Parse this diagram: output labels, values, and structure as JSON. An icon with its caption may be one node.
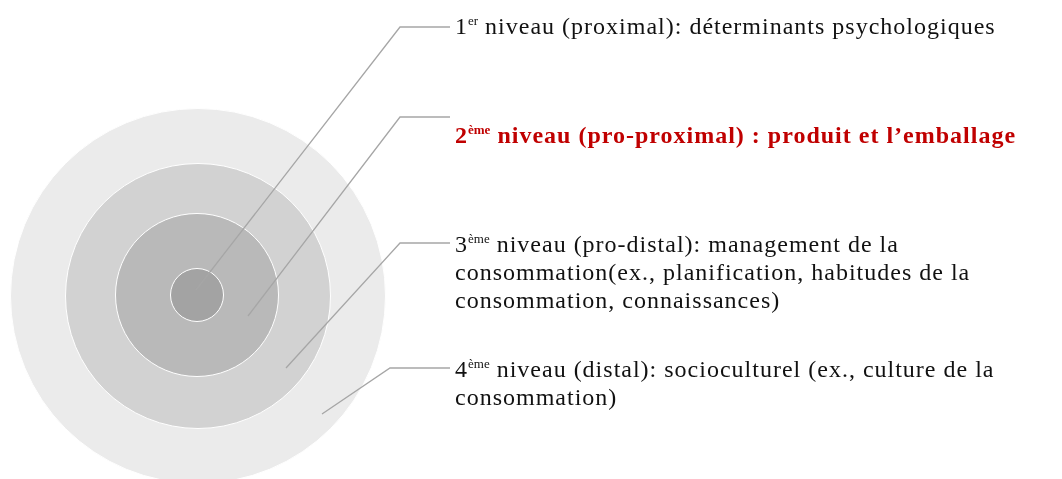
{
  "diagram": {
    "nodes": [
      {
        "text": [],
        "shape": "circle"
      },
      {
        "text": [],
        "shape": "circle",
        "in": 0
      },
      {
        "text": [],
        "shape": "circle",
        "in": 1
      },
      {
        "text": [],
        "shape": "circle",
        "in": 2
      },
      {
        "text": [
          "1$^{er}$ niveau (proximal): déterminants psychologiques"
        ]
      },
      {
        "text": [
          "2$^{ème}$ niveau (pro-proximal) : produit et l’emballage"
        ]
      },
      {
        "text": [
          "3$^{ème}$ niveau (pro-distal): management de la consommation(ex., planification, habitudes de la consommation, connaissances)"
        ]
      },
      {
        "text": [
          "4$^{ème}$ niveau (distal): socioculturel (ex., culture de la consommation)"
        ]
      }
    ],
    "edges": [
      {
        "from": 4,
        "to": 3,
        "arrow": "none"
      },
      {
        "from": 5,
        "to": 2,
        "arrow": "none"
      },
      {
        "from": 6,
        "to": 1,
        "arrow": "none"
      },
      {
        "from": 7,
        "to": 0,
        "arrow": "none"
      }
    ]
  }
}
